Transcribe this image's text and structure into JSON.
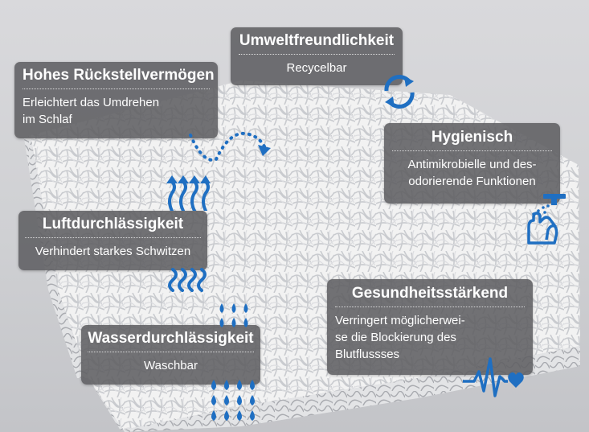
{
  "cards": {
    "umwelt": {
      "title": "Umweltfreundlichkeit",
      "desc": "Recycelbar"
    },
    "ruck": {
      "title": "Hohes Rückstellvermögen",
      "desc_line1": "Erleichtert das Umdrehen",
      "desc_line2": "im Schlaf"
    },
    "hyg": {
      "title": "Hygienisch",
      "desc_line1": "Antimikrobielle und des-",
      "desc_line2": "odorierende Funktionen"
    },
    "luft": {
      "title": "Luftdurchlässigkeit",
      "desc": "Verhindert starkes Schwitzen"
    },
    "gesund": {
      "title": "Gesundheitsstärkend",
      "desc_line1": "Verringert möglicherwei-",
      "desc_line2": "se die Blockierung des",
      "desc_line3": "Blutflussses"
    },
    "wasser": {
      "title": "Wasserdurchlässigkeit",
      "desc": "Waschbar"
    }
  },
  "icons": {
    "recycle": "recycle-icon",
    "bounce": "bounce-arrow-icon",
    "airflow": "airflow-arrows-icon",
    "sweat": "wavy-lines-icon",
    "drops": "water-drops-icon",
    "hand": "hand-spray-icon",
    "heartbeat": "heartbeat-icon"
  },
  "colors": {
    "accent": "#1f6fc2",
    "card": "#5f5f62",
    "text": "#ffffff"
  }
}
